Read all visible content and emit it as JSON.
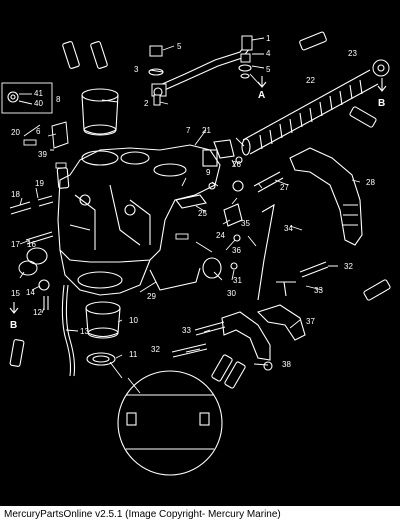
{
  "footer": {
    "caption": "MercuryPartsOnline v2.5.1 (Image Copyright- Mercury Marine)"
  },
  "callouts": [
    {
      "id": "c1",
      "text": "1"
    },
    {
      "id": "c2",
      "text": "2"
    },
    {
      "id": "c3",
      "text": "3"
    },
    {
      "id": "c4",
      "text": "4"
    },
    {
      "id": "c5",
      "text": "5"
    },
    {
      "id": "c5b",
      "text": "5"
    },
    {
      "id": "c6",
      "text": "6"
    },
    {
      "id": "c7",
      "text": "7"
    },
    {
      "id": "c8",
      "text": "8"
    },
    {
      "id": "c9",
      "text": "9"
    },
    {
      "id": "c10",
      "text": "10"
    },
    {
      "id": "c11",
      "text": "11"
    },
    {
      "id": "c12",
      "text": "12"
    },
    {
      "id": "c13",
      "text": "13"
    },
    {
      "id": "c14",
      "text": "14"
    },
    {
      "id": "c15",
      "text": "15"
    },
    {
      "id": "c16",
      "text": "16"
    },
    {
      "id": "c17",
      "text": "17"
    },
    {
      "id": "c18",
      "text": "18"
    },
    {
      "id": "c19",
      "text": "19"
    },
    {
      "id": "c20",
      "text": "20"
    },
    {
      "id": "c21",
      "text": "21"
    },
    {
      "id": "c22",
      "text": "22"
    },
    {
      "id": "c23",
      "text": "23"
    },
    {
      "id": "c24",
      "text": "24"
    },
    {
      "id": "c25",
      "text": "25"
    },
    {
      "id": "c26",
      "text": "26"
    },
    {
      "id": "c27",
      "text": "27"
    },
    {
      "id": "c28",
      "text": "28"
    },
    {
      "id": "c29",
      "text": "29"
    },
    {
      "id": "c30",
      "text": "30"
    },
    {
      "id": "c31",
      "text": "31"
    },
    {
      "id": "c32",
      "text": "32"
    },
    {
      "id": "c32b",
      "text": "32"
    },
    {
      "id": "c33",
      "text": "33"
    },
    {
      "id": "c33b",
      "text": "33"
    },
    {
      "id": "c34",
      "text": "34"
    },
    {
      "id": "c35",
      "text": "35"
    },
    {
      "id": "c36",
      "text": "36"
    },
    {
      "id": "c37",
      "text": "37"
    },
    {
      "id": "c38",
      "text": "38"
    },
    {
      "id": "c39",
      "text": "39"
    },
    {
      "id": "c40",
      "text": "40"
    },
    {
      "id": "c41",
      "text": "41"
    }
  ],
  "letters": [
    {
      "id": "A",
      "text": "A"
    },
    {
      "id": "B1",
      "text": "B"
    },
    {
      "id": "B2",
      "text": "B"
    }
  ]
}
